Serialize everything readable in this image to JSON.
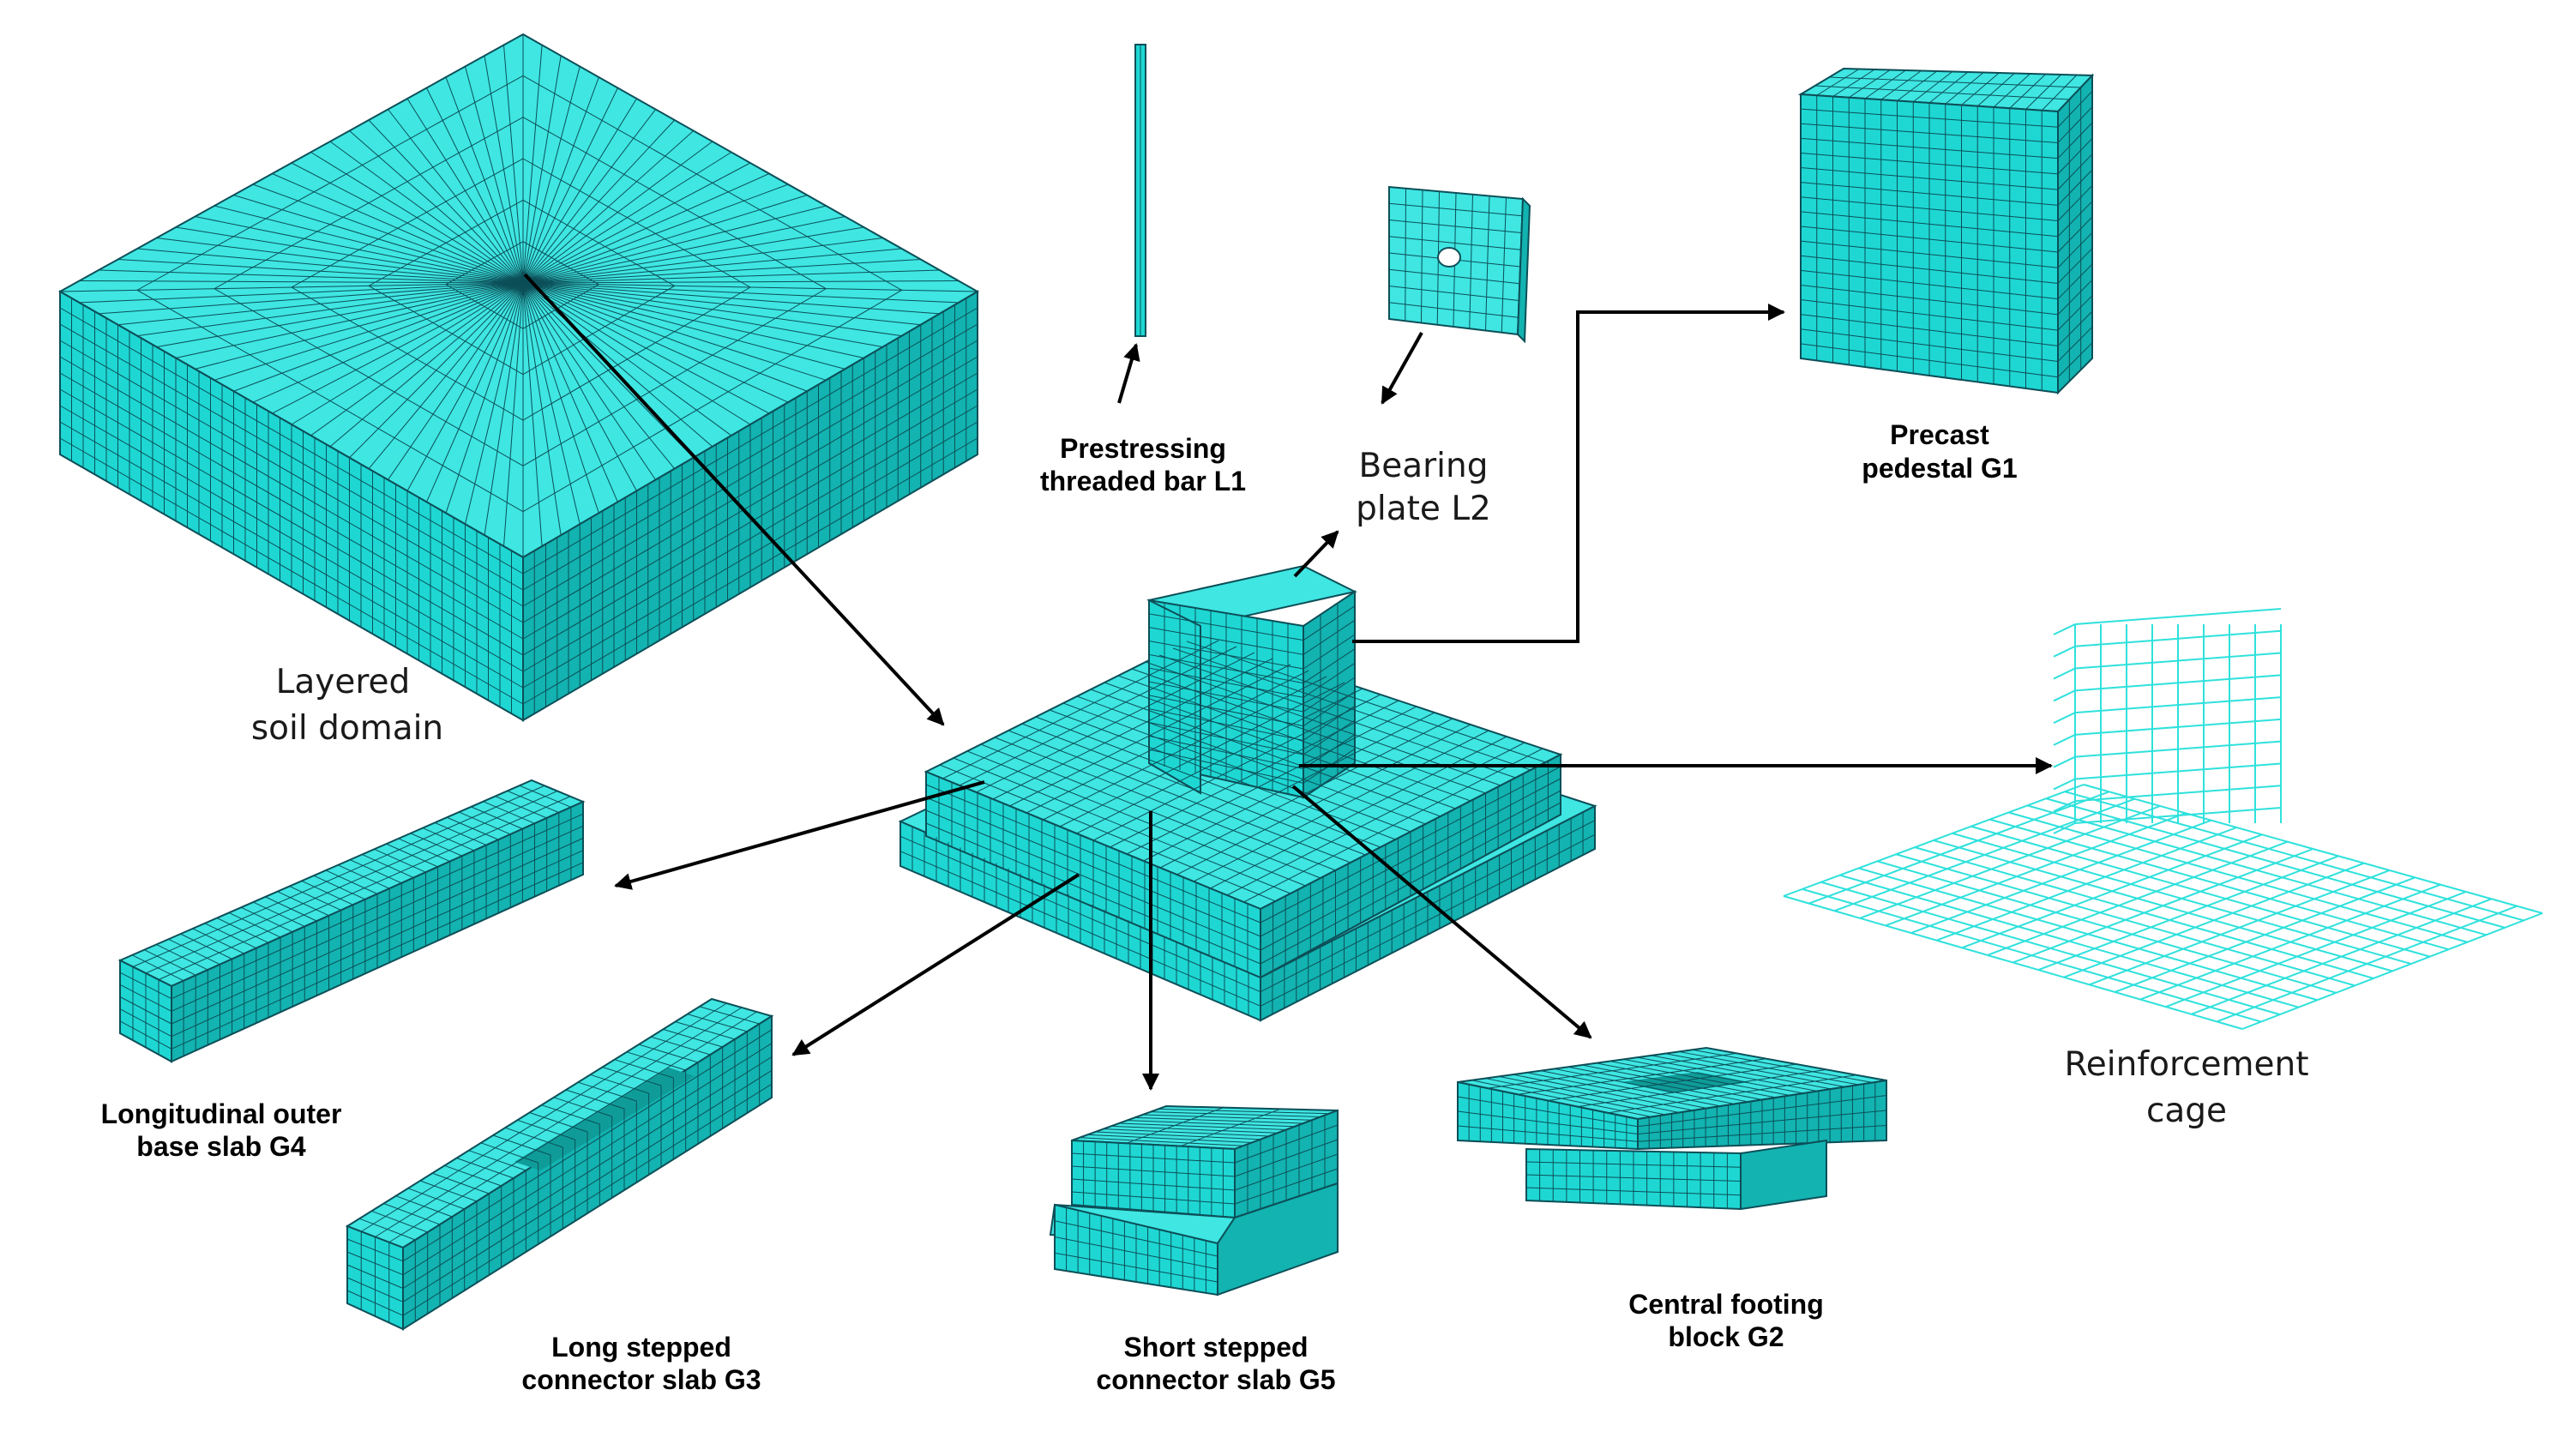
{
  "figure": {
    "colors": {
      "mesh_fill": "#1ed7d3",
      "mesh_fill_dark": "#12b3b0",
      "mesh_fill_light": "#3fe6e2",
      "mesh_line": "#0c4f58",
      "rebar": "#2fe1dc",
      "arrow": "#000000",
      "background": "#ffffff"
    },
    "labels": {
      "soil_l1": "Layered",
      "soil_l2": "soil domain",
      "bar_l1": "Prestressing",
      "bar_l2": "threaded bar L1",
      "plate_l1": "Bearing",
      "plate_l2": "plate L2",
      "pedestal_l1": "Precast",
      "pedestal_l2": "pedestal G1",
      "cage_l1": "Reinforcement",
      "cage_l2": "cage",
      "g4_l1": "Longitudinal outer",
      "g4_l2": "base slab G4",
      "g3_l1": "Long stepped",
      "g3_l2": "connector slab G3",
      "g5_l1": "Short stepped",
      "g5_l2": "connector slab G5",
      "g2_l1": "Central footing",
      "g2_l2": "block G2"
    }
  }
}
